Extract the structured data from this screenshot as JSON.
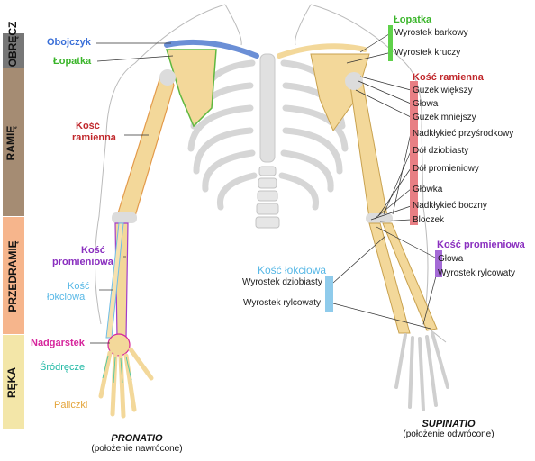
{
  "regions": {
    "obrecz": "OBRĘCZ",
    "ramie": "RAMIĘ",
    "przedramie": "PRZEDRAMIĘ",
    "reka": "RĘKA"
  },
  "colors": {
    "obrecz": "#777777",
    "ramie": "#a58c73",
    "przedramie": "#f6b58c",
    "reka": "#f3e6a8",
    "bone": "#f3d89a",
    "bone_stroke": "#c9a24f",
    "cartilage": "#d9d9d9",
    "blue": "#3a6fd8",
    "green": "#3ab52a",
    "red": "#c0282c",
    "purple": "#8a2fbf",
    "cyan": "#58b8e6",
    "magenta": "#d6259c",
    "teal": "#1fb8a4",
    "orange": "#e4a43a"
  },
  "left": {
    "obojczyk": "Obojczyk",
    "lopatka": "Łopatka",
    "kosc_ramienna": [
      "Kość",
      "ramienna"
    ],
    "kosc_promieniowa": [
      "Kość",
      "promieniowa"
    ],
    "kosc_lokciowa": [
      "Kość",
      "łokciowa"
    ],
    "nadgarstek": "Nadgarstek",
    "srodrecze": "Śródręcze",
    "paliczki": "Paliczki"
  },
  "right": {
    "lopatka": {
      "title": "Łopatka",
      "items": [
        "Wyrostek barkowy",
        "Wyrostek kruczy"
      ]
    },
    "kosc_ramienna": {
      "title": "Kość ramienna",
      "items": [
        "Guzek większy",
        "Głowa",
        "Guzek mniejszy",
        "Nadkłykieć przyśrodkowy",
        "Dół dziobiasty",
        "Dół promieniowy",
        "Główka",
        "Nadkłykieć boczny",
        "Bloczek"
      ]
    },
    "kosc_promieniowa": {
      "title": "Kość promieniowa",
      "items": [
        "Głowa",
        "Wyrostek rylcowaty"
      ]
    },
    "kosc_lokciowa": {
      "title": "Kość łokciowa",
      "items": [
        "Wyrostek dziobiasty",
        "Wyrostek rylcowaty"
      ]
    }
  },
  "captions": {
    "pronatio": {
      "title": "PRONATIO",
      "sub": "(położenie nawrócone)"
    },
    "supinatio": {
      "title": "SUPINATIO",
      "sub": "(położenie odwrócone)"
    }
  }
}
